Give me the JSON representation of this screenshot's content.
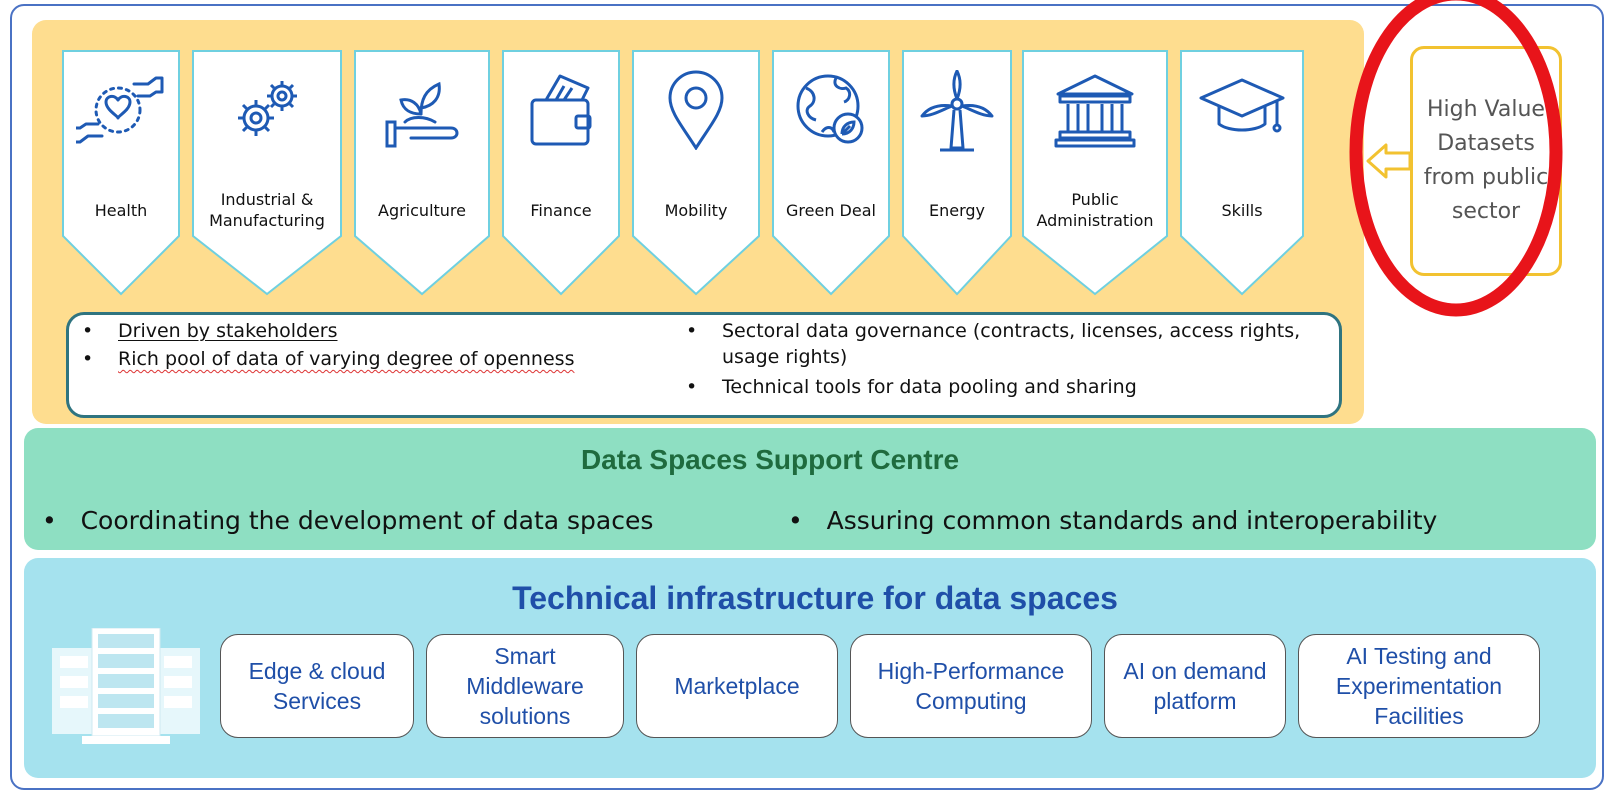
{
  "sectors": [
    {
      "label": "Health",
      "icon": "heart-hands-icon"
    },
    {
      "label": "Industrial &\nManufacturing",
      "icon": "gears-icon"
    },
    {
      "label": "Agriculture",
      "icon": "plant-hand-icon"
    },
    {
      "label": "Finance",
      "icon": "wallet-icon"
    },
    {
      "label": "Mobility",
      "icon": "map-pin-icon"
    },
    {
      "label": "Green Deal",
      "icon": "globe-leaf-icon"
    },
    {
      "label": "Energy",
      "icon": "wind-turbine-icon"
    },
    {
      "label": "Public\nAdministration",
      "icon": "government-building-icon"
    },
    {
      "label": "Skills",
      "icon": "graduation-cap-icon"
    }
  ],
  "sector_bullets": {
    "left": [
      "Driven by stakeholders",
      "Rich pool of data of varying degree of openness"
    ],
    "right": [
      "Sectoral data governance (contracts, licenses, access rights, usage rights)",
      "Technical tools for data pooling and sharing"
    ]
  },
  "hvd": {
    "text": "High Value Datasets from public sector"
  },
  "support": {
    "title": "Data Spaces Support Centre",
    "bullets": [
      "Coordinating the development of data spaces",
      "Assuring common standards and interoperability"
    ]
  },
  "infra": {
    "title": "Technical infrastructure for data spaces",
    "icon": "server-rack-icon",
    "boxes": [
      "Edge & cloud Services",
      "Smart Middleware solutions",
      "Marketplace",
      "High-Performance Computing",
      "AI on demand platform",
      "AI Testing and Experimentation Facilities"
    ]
  },
  "colors": {
    "sector_panel": "#fedd8f",
    "support_panel": "#8edfc2",
    "infra_panel": "#a5e2ee",
    "highlight": "#e8141a",
    "hvd_border": "#f2c230",
    "icon_blue": "#1e5ab4"
  }
}
